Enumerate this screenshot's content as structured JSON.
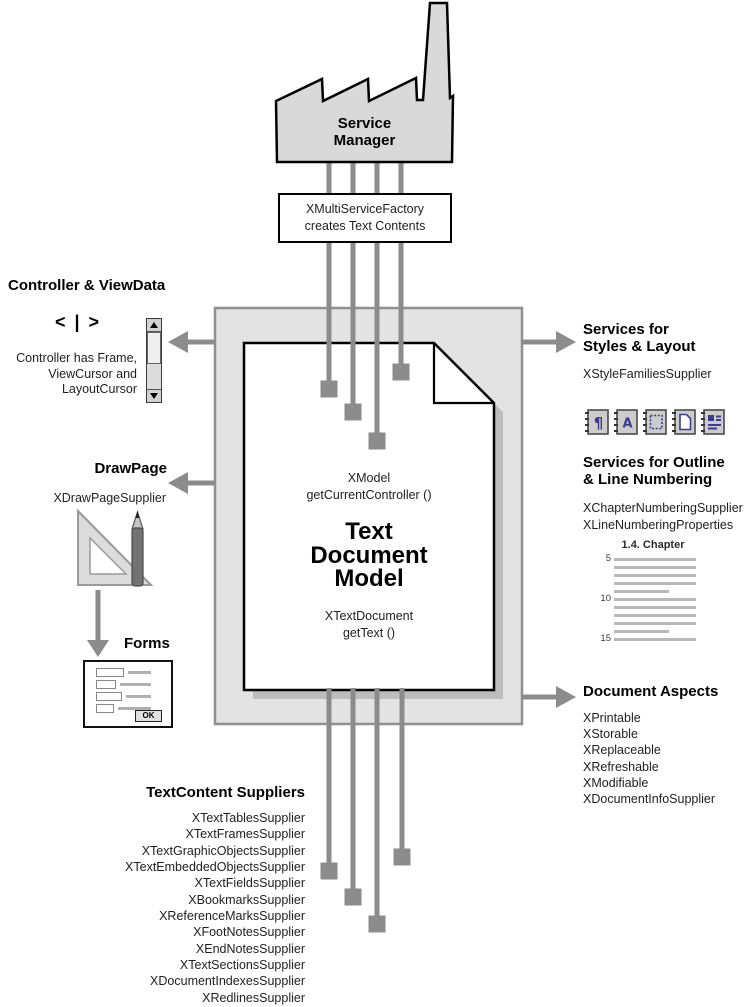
{
  "diagram": {
    "factory": {
      "label_line1": "Service",
      "label_line2": "Manager"
    },
    "factory_box": {
      "line1": "XMultiServiceFactory",
      "line2": "creates Text Contents"
    },
    "left": {
      "controller": {
        "heading": "Controller & ViewData",
        "symbol": "< | >",
        "desc_line1": "Controller has Frame,",
        "desc_line2": "ViewCursor and",
        "desc_line3": "LayoutCursor"
      },
      "drawpage": {
        "heading": "DrawPage",
        "interface": "XDrawPageSupplier"
      },
      "forms": {
        "heading": "Forms",
        "ok_label": "OK"
      }
    },
    "model": {
      "top_interface": "XModel",
      "top_method": "getCurrentController ()",
      "title_line1": "Text",
      "title_line2": "Document",
      "title_line3": "Model",
      "bottom_interface": "XTextDocument",
      "bottom_method": "getText ()"
    },
    "right": {
      "styles": {
        "heading_line1": "Services for",
        "heading_line2": "Styles & Layout",
        "interface": "XStyleFamiliesSupplier",
        "icons": [
          "paragraph-styles",
          "character-styles",
          "frame-styles",
          "page-styles",
          "numbering-styles"
        ]
      },
      "outline": {
        "heading_line1": "Services for Outline",
        "heading_line2": "& Line Numbering",
        "interface1": "XChapterNumberingSupplier",
        "interface2": "XLineNumberingProperties",
        "chapter_title": "1.4. Chapter",
        "line_numbers": [
          "5",
          "10",
          "15"
        ]
      },
      "aspects": {
        "heading": "Document Aspects",
        "items": [
          "XPrintable",
          "XStorable",
          "XReplaceable",
          "XRefreshable",
          "XModifiable",
          "XDocumentInfoSupplier"
        ]
      }
    },
    "bottom": {
      "heading": "TextContent Suppliers",
      "items": [
        "XTextTablesSupplier",
        "XTextFramesSupplier",
        "XTextGraphicObjectsSupplier",
        "XTextEmbeddedObjectsSupplier",
        "XTextFieldsSupplier",
        "XBookmarksSupplier",
        "XReferenceMarksSupplier",
        "XFootNotesSupplier",
        "XEndNotesSupplier",
        "XTextSectionsSupplier",
        "XDocumentIndexesSupplier",
        "XRedlinesSupplier"
      ]
    },
    "colors": {
      "shape_fill": "#d9d9d9",
      "box_fill": "#e3e3e3",
      "connector": "#8c8c8c",
      "outline_stroke": "#000000",
      "icon_glyph": "#3c3c8e",
      "line_gray": "#b8b8b8"
    }
  }
}
